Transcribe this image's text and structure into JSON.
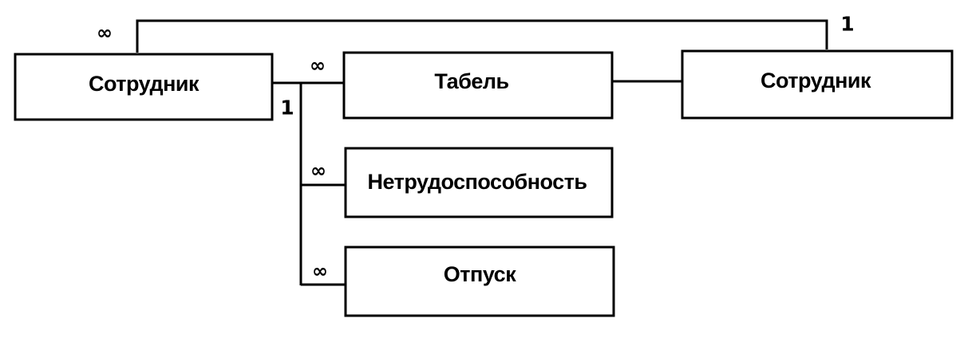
{
  "entities": {
    "employee_left": "Сотрудник",
    "timesheet": "Табель",
    "employee_right": "Сотрудник",
    "disability": "Нетрудоспособность",
    "vacation": "Отпуск"
  },
  "cardinalities": {
    "employee_top_link_left": "∞",
    "employee_top_link_right": "1",
    "employee_trunk_one": "1",
    "timesheet_many": "∞",
    "disability_many": "∞",
    "vacation_many": "∞"
  }
}
